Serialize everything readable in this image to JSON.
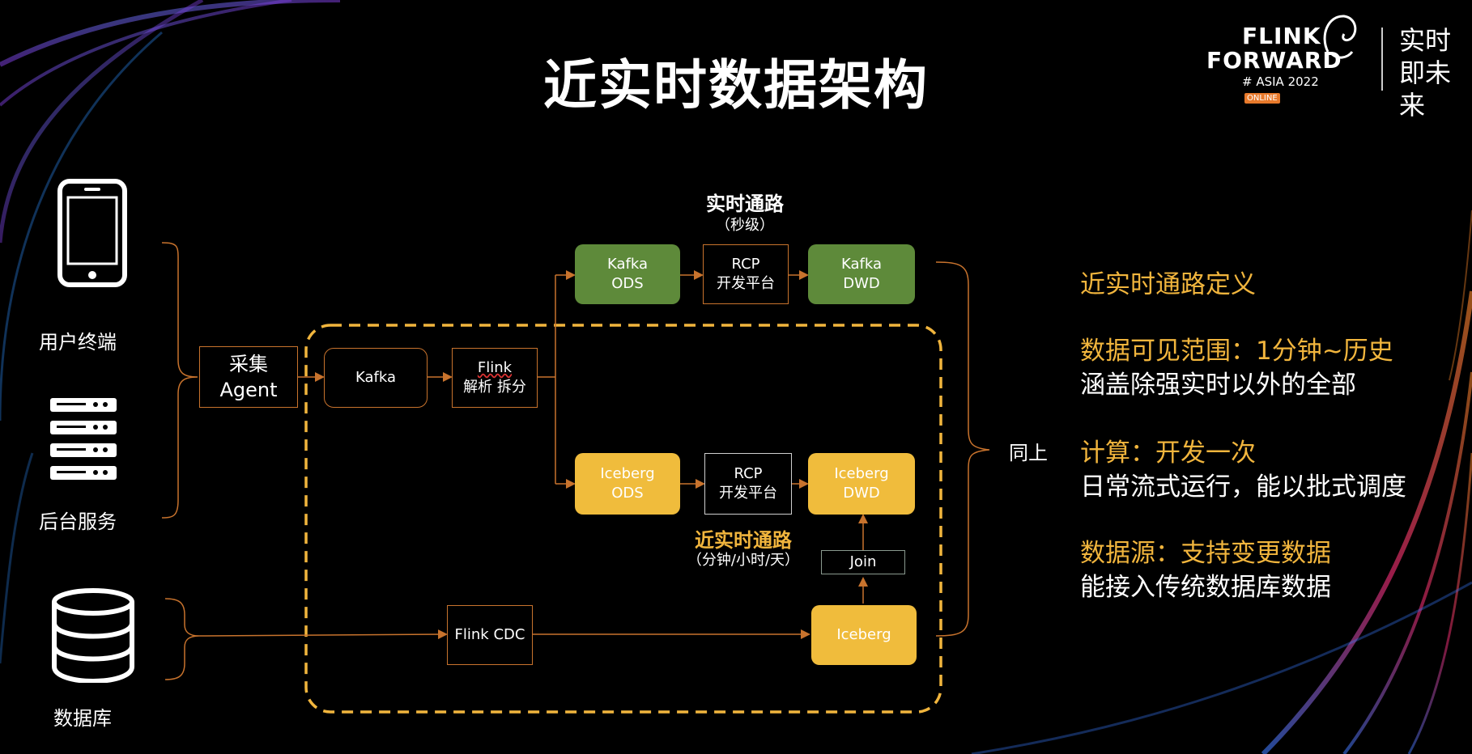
{
  "title": "近实时数据架构",
  "logo": {
    "line1": "FLINK",
    "line2": "FORWARD",
    "line3": "# ASIA 2022",
    "badge": "ONLINE",
    "slogan": "实时即未来"
  },
  "sources": {
    "user_terminal": "用户终端",
    "backend_service": "后台服务",
    "database": "数据库"
  },
  "collector": {
    "line1": "采集",
    "line2": "Agent"
  },
  "kafka": "Kafka",
  "flink_parse": {
    "line1": "Flink",
    "line2": "解析 拆分"
  },
  "realtime_path": {
    "title": "实时通路",
    "subtitle": "（秒级）",
    "ods": {
      "line1": "Kafka",
      "line2": "ODS"
    },
    "rcp": {
      "line1": "RCP",
      "line2": "开发平台"
    },
    "dwd": {
      "line1": "Kafka",
      "line2": "DWD"
    }
  },
  "near_realtime_path": {
    "title": "近实时通路",
    "subtitle": "（分钟/小时/天）",
    "ods": {
      "line1": "Iceberg",
      "line2": "ODS"
    },
    "rcp": {
      "line1": "RCP",
      "line2": "开发平台"
    },
    "dwd": {
      "line1": "Iceberg",
      "line2": "DWD"
    },
    "join": "Join",
    "iceberg": "Iceberg",
    "flink_cdc": "Flink CDC"
  },
  "same_as_above": "同上",
  "definition": {
    "heading": "近实时通路定义",
    "items": [
      {
        "key": "数据可见范围：1分钟~历史",
        "value": "涵盖除强实时以外的全部"
      },
      {
        "key": "计算：开发一次",
        "value": "日常流式运行，能以批式调度"
      },
      {
        "key": "数据源：支持变更数据",
        "value": "能接入传统数据库数据"
      }
    ]
  },
  "colors": {
    "accent_orange": "#c8732d",
    "green": "#5e8a3a",
    "yellow": "#f0bc3c",
    "dashed": "#f1b53d",
    "text_yellow": "#f1b53d"
  }
}
